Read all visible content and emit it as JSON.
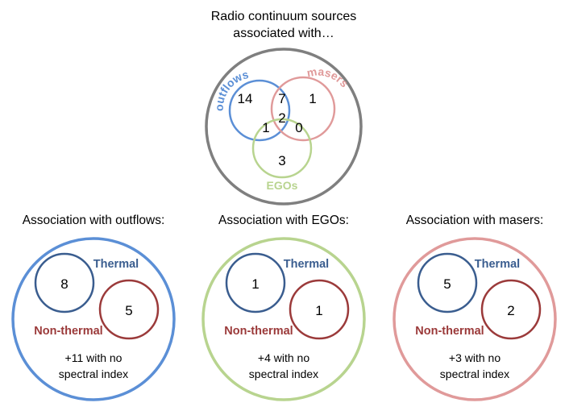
{
  "colors": {
    "outflows": "#5b8fd6",
    "masers": "#e09a9a",
    "egos": "#b8d48f",
    "outer": "#7f7f7f",
    "thermal": "#3a5d8f",
    "non_thermal": "#9b3a3a"
  },
  "venn": {
    "title_line1": "Radio continuum sources",
    "title_line2": "associated with…",
    "labels": {
      "outflows": "outflows",
      "masers": "masers",
      "egos": "EGOs"
    },
    "counts": {
      "outflows_only": "14",
      "outflows_masers": "7",
      "masers_only": "1",
      "all_three": "2",
      "outflows_egos": "1",
      "masers_egos": "0",
      "egos_only": "3"
    }
  },
  "panels": [
    {
      "title": "Association with outflows:",
      "thermal_label": "Thermal",
      "nonthermal_label": "Non-thermal",
      "thermal_count": "8",
      "nonthermal_count": "5",
      "note_line1": "+11 with no",
      "note_line2": "spectral index",
      "color": "#5b8fd6"
    },
    {
      "title": "Association with EGOs:",
      "thermal_label": "Thermal",
      "nonthermal_label": "Non-thermal",
      "thermal_count": "1",
      "nonthermal_count": "1",
      "note_line1": "+4 with no",
      "note_line2": "spectral index",
      "color": "#b8d48f"
    },
    {
      "title": "Association with masers:",
      "thermal_label": "Thermal",
      "nonthermal_label": "Non-thermal",
      "thermal_count": "5",
      "nonthermal_count": "2",
      "note_line1": "+3 with no",
      "note_line2": "spectral index",
      "color": "#e09a9a"
    }
  ]
}
